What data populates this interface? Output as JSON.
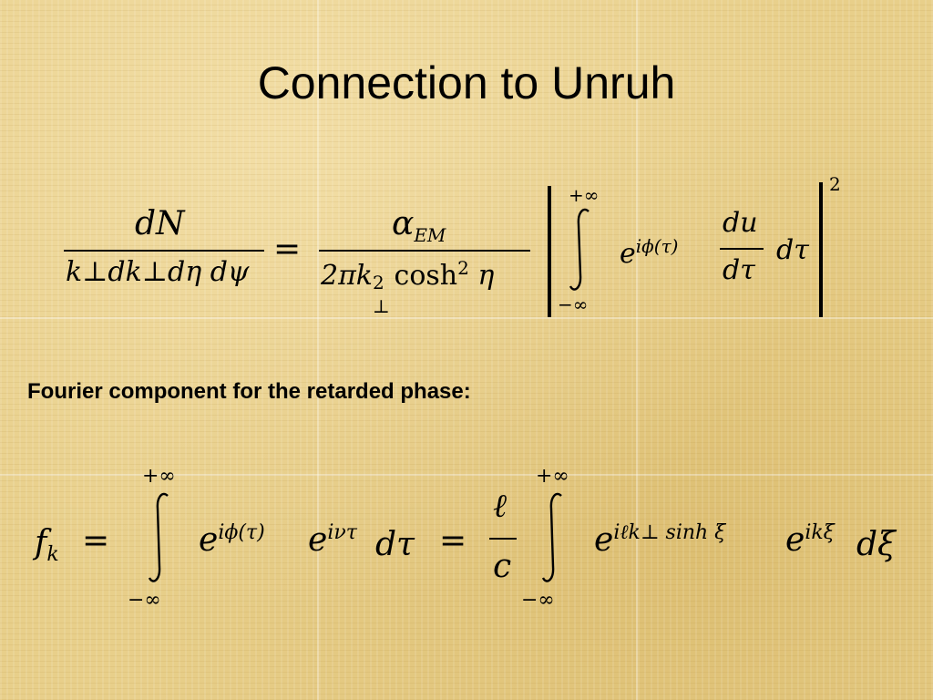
{
  "slide": {
    "title": "Connection to Unruh",
    "subtitle": "Fourier component for the retarded phase:"
  },
  "eq1": {
    "lhs_num": "dN",
    "lhs_den": "k⊥dk⊥dη dψ",
    "equals": "=",
    "rhs_num": "α",
    "rhs_num_sub": "EM",
    "rhs_den": "2πk",
    "rhs_den_sup": "2",
    "rhs_den_sub": "⊥",
    "rhs_den_tail": " cosh",
    "rhs_den_tail_sup": "2",
    "rhs_den_eta": " η",
    "int_upper": "+∞",
    "int_lower": "−∞",
    "integrand_base": "e",
    "integrand_exp": "iϕ(τ)",
    "du": "du",
    "dtau_den": "dτ",
    "dtau": "dτ",
    "power": "2"
  },
  "eq2": {
    "fk": "f",
    "fk_sub": "k",
    "eq_a": "=",
    "int1_upper": "+∞",
    "int1_lower": "−∞",
    "e1": "e",
    "e1_exp": "iϕ(τ)",
    "e2": "e",
    "e2_exp": "iντ",
    "dtau": "dτ",
    "eq_b": "=",
    "frac_num": "ℓ",
    "frac_den": "c",
    "int2_upper": "+∞",
    "int2_lower": "−∞",
    "e3": "e",
    "e3_exp": "iℓk⊥ sinh ξ",
    "e4": "e",
    "e4_exp": "ikξ",
    "dxi": "dξ"
  }
}
